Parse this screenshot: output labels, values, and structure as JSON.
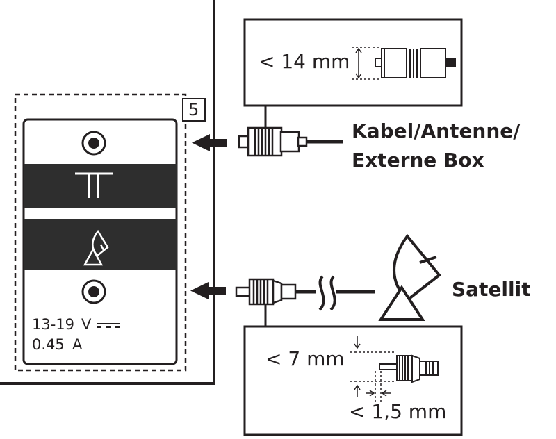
{
  "panel": {
    "step_number": "5",
    "voltage_value": "13-19",
    "voltage_unit": "V",
    "current_value": "0.45",
    "current_unit": "A"
  },
  "cable": {
    "label_line1": "Kabel/Antenne/",
    "label_line2": "Externe Box",
    "max_diameter": "< 14 mm"
  },
  "satellite": {
    "label": "Satellit",
    "max_diameter": "< 7 mm",
    "max_pin": "< 1,5 mm"
  },
  "colors": {
    "ink": "#231f20",
    "dark_band": "#2e2e2e",
    "background": "#ffffff"
  },
  "icons": [
    "antenna-icon",
    "satellite-dish-icon",
    "dc-symbol-icon",
    "coax-socket-icon",
    "f-connector-icon",
    "iec-connector-icon"
  ]
}
